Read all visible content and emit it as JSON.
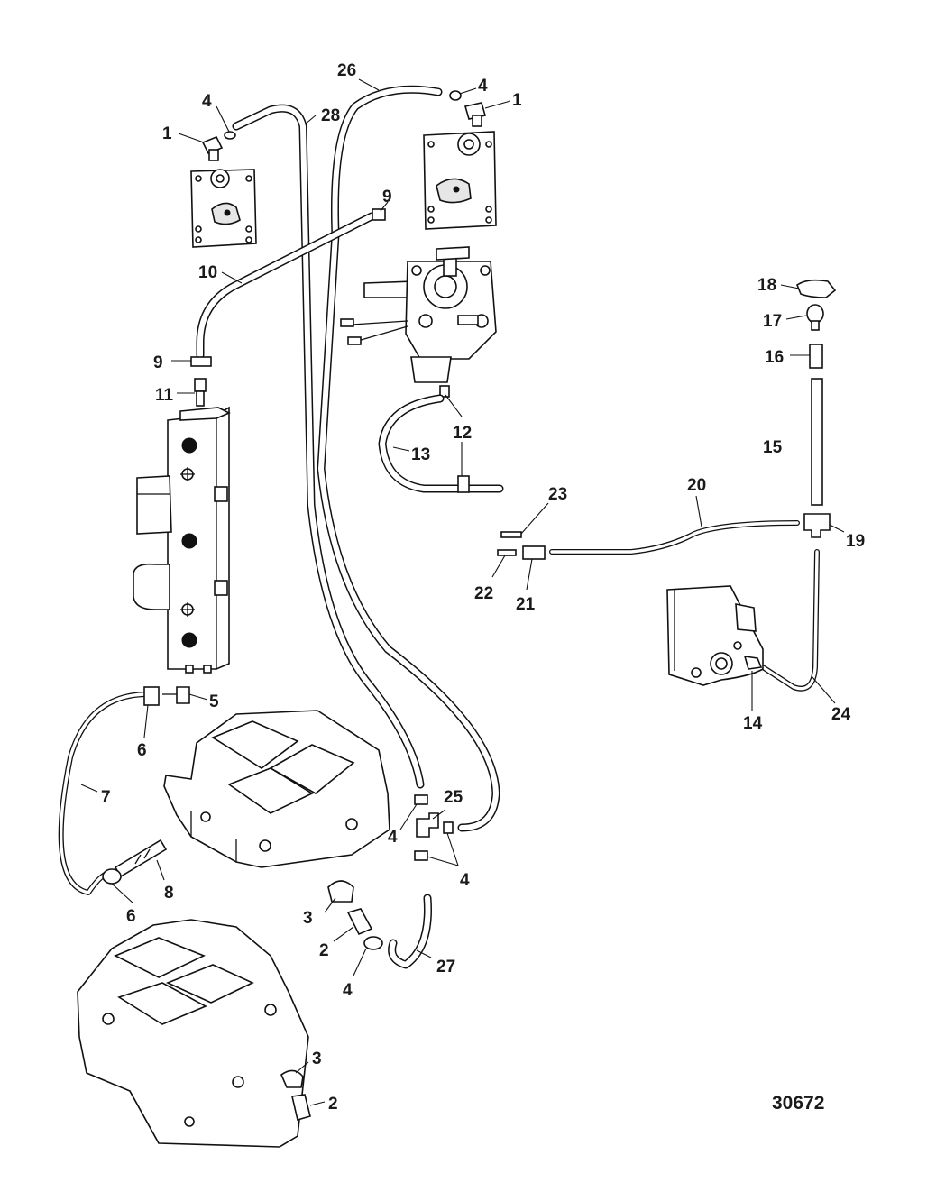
{
  "figure_number": "30672",
  "callouts": [
    {
      "id": "c1a",
      "text": "1"
    },
    {
      "id": "c4a",
      "text": "4"
    },
    {
      "id": "c28",
      "text": "28"
    },
    {
      "id": "c26",
      "text": "26"
    },
    {
      "id": "c4b",
      "text": "4"
    },
    {
      "id": "c1b",
      "text": "1"
    },
    {
      "id": "c9a",
      "text": "9"
    },
    {
      "id": "c10",
      "text": "10"
    },
    {
      "id": "c9b",
      "text": "9"
    },
    {
      "id": "c11",
      "text": "11"
    },
    {
      "id": "c12",
      "text": "12"
    },
    {
      "id": "c13",
      "text": "13"
    },
    {
      "id": "c18",
      "text": "18"
    },
    {
      "id": "c17",
      "text": "17"
    },
    {
      "id": "c16",
      "text": "16"
    },
    {
      "id": "c15",
      "text": "15"
    },
    {
      "id": "c23",
      "text": "23"
    },
    {
      "id": "c20",
      "text": "20"
    },
    {
      "id": "c19",
      "text": "19"
    },
    {
      "id": "c22",
      "text": "22"
    },
    {
      "id": "c21",
      "text": "21"
    },
    {
      "id": "c5",
      "text": "5"
    },
    {
      "id": "c6a",
      "text": "6"
    },
    {
      "id": "c7",
      "text": "7"
    },
    {
      "id": "c14",
      "text": "14"
    },
    {
      "id": "c24",
      "text": "24"
    },
    {
      "id": "c25",
      "text": "25"
    },
    {
      "id": "c4c",
      "text": "4"
    },
    {
      "id": "c4d",
      "text": "4"
    },
    {
      "id": "c8",
      "text": "8"
    },
    {
      "id": "c6b",
      "text": "6"
    },
    {
      "id": "c3a",
      "text": "3"
    },
    {
      "id": "c2a",
      "text": "2"
    },
    {
      "id": "c27",
      "text": "27"
    },
    {
      "id": "c4e",
      "text": "4"
    },
    {
      "id": "c3b",
      "text": "3"
    },
    {
      "id": "c2b",
      "text": "2"
    }
  ]
}
